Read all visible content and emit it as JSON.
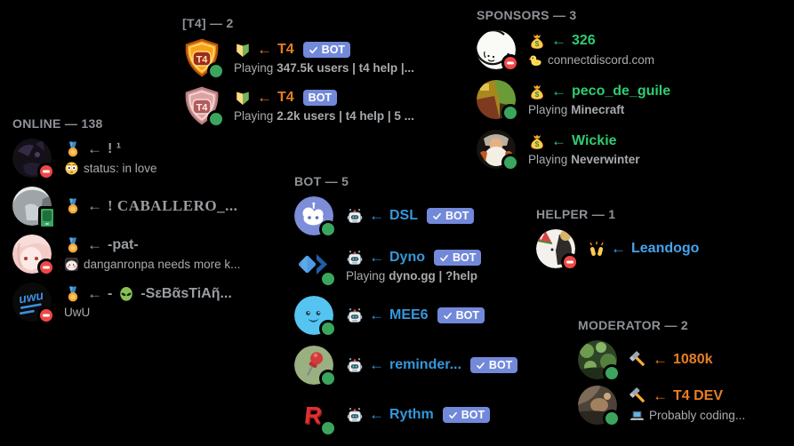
{
  "ui": {
    "arrow": "←",
    "badge_label": "BOT"
  },
  "colors": {
    "background": "#000000",
    "header_text": "#8e9297",
    "status_text": "#a8abae",
    "role_orange": "#e67e22",
    "role_green": "#2ecc71",
    "role_blue": "#3498db",
    "role_light_blue": "#45a3ee",
    "member_gray": "#9a9da1",
    "bot_badge": "#7289da",
    "online_dot": "#3ba55d",
    "dnd_dot": "#f04747"
  },
  "sections": [
    {
      "id": "t4",
      "header": "[T4] — 2",
      "members": [
        {
          "name": "T4",
          "color": "orange",
          "role_icon": "beginner-mark",
          "avatar": "t4-gold-shield",
          "avatar_label": "T4",
          "presence": "online",
          "badge": {
            "check": true,
            "label": "BOT"
          },
          "activity": {
            "prefix": "Playing",
            "detail": "347.5k users | t4 help |..."
          }
        },
        {
          "name": "T4",
          "color": "orange",
          "role_icon": "beginner-mark",
          "avatar": "t4-pink-shield",
          "avatar_label": "T4",
          "presence": "online",
          "badge": {
            "check": false,
            "label": "BOT"
          },
          "activity": {
            "prefix": "Playing",
            "detail": "2.2k users | t4 help | 5 ..."
          }
        }
      ]
    },
    {
      "id": "sponsors",
      "header": "SPONSORS — 3",
      "members": [
        {
          "name": "326",
          "color": "green",
          "role_icon": "money-bag",
          "avatar": "white-anime-sketch",
          "presence": "dnd",
          "status": {
            "icon": "duck",
            "text": "connectdiscord.com"
          }
        },
        {
          "name": "peco_de_guile",
          "color": "green",
          "role_icon": "money-bag",
          "avatar": "minecraft-art",
          "presence": "online",
          "activity": {
            "prefix": "Playing",
            "detail": "Minecraft"
          }
        },
        {
          "name": "Wickie",
          "color": "green",
          "role_icon": "money-bag",
          "avatar": "dwarf-character",
          "presence": "online",
          "activity": {
            "prefix": "Playing",
            "detail": "Neverwinter"
          }
        }
      ]
    },
    {
      "id": "online",
      "header": "ONLINE — 138",
      "members": [
        {
          "name": "! ¹",
          "color": "gray",
          "role_icon": "gold-medal",
          "avatar": "dark-cat-girl",
          "presence": "dnd",
          "status": {
            "icon": "flushed-face",
            "text": "status: in love"
          }
        },
        {
          "name": "! CABALLERO_...",
          "color": "gray",
          "name_style": "serif",
          "role_icon": "gold-medal",
          "avatar": "gray-anime",
          "presence": "mobile-online"
        },
        {
          "name": "-pat-",
          "color": "gray",
          "role_icon": "gold-medal",
          "avatar": "pink-anime",
          "presence": "dnd",
          "status": {
            "icon": "danganronpa-emoji",
            "text": "danganronpa needs more k..."
          }
        },
        {
          "name_prefix": "-",
          "name_icon": "alien",
          "name": "-SεBᾶsTiAῆ...",
          "color": "gray",
          "role_icon": "gold-medal",
          "avatar": "uwu-logo",
          "avatar_label": "uwu",
          "presence": "dnd",
          "status": {
            "text": "UwU"
          }
        }
      ]
    },
    {
      "id": "bot",
      "header": "BOT — 5",
      "members": [
        {
          "name": "DSL",
          "color": "blue",
          "role_icon": "robot",
          "avatar": "dsl-cloud-bot",
          "presence": "online",
          "badge": {
            "check": true,
            "label": "BOT"
          }
        },
        {
          "name": "Dyno",
          "color": "blue",
          "role_icon": "robot",
          "avatar": "dyno-diamond",
          "presence": "online",
          "badge": {
            "check": true,
            "label": "BOT"
          },
          "activity": {
            "prefix": "Playing",
            "detail": "dyno.gg | ?help"
          }
        },
        {
          "name": "MEE6",
          "color": "blue",
          "role_icon": "robot",
          "avatar": "mee6-face",
          "presence": "online",
          "badge": {
            "check": true,
            "label": "BOT"
          }
        },
        {
          "name": "reminder...",
          "color": "blue",
          "role_icon": "robot",
          "avatar": "pushpin-green",
          "presence": "online",
          "badge": {
            "check": true,
            "label": "BOT"
          }
        },
        {
          "name": "Rythm",
          "color": "blue",
          "role_icon": "robot",
          "avatar": "rythm-r-logo",
          "avatar_label": "R",
          "presence": "online",
          "badge": {
            "check": true,
            "label": "BOT"
          }
        }
      ]
    },
    {
      "id": "helper",
      "header": "HELPER — 1",
      "members": [
        {
          "name": "Leandogo",
          "color": "lblue",
          "role_icon": "raising-hands",
          "avatar": "party-dog",
          "presence": "dnd"
        }
      ]
    },
    {
      "id": "moderator",
      "header": "MODERATOR — 2",
      "members": [
        {
          "name": "1080k",
          "color": "orange",
          "role_icon": "hammer",
          "avatar": "nature-moss",
          "presence": "online"
        },
        {
          "name": "T4 DEV",
          "color": "orange",
          "role_icon": "hammer",
          "avatar": "dev-photo",
          "presence": "online",
          "status": {
            "icon": "laptop",
            "text": "Probably coding..."
          }
        }
      ]
    }
  ]
}
